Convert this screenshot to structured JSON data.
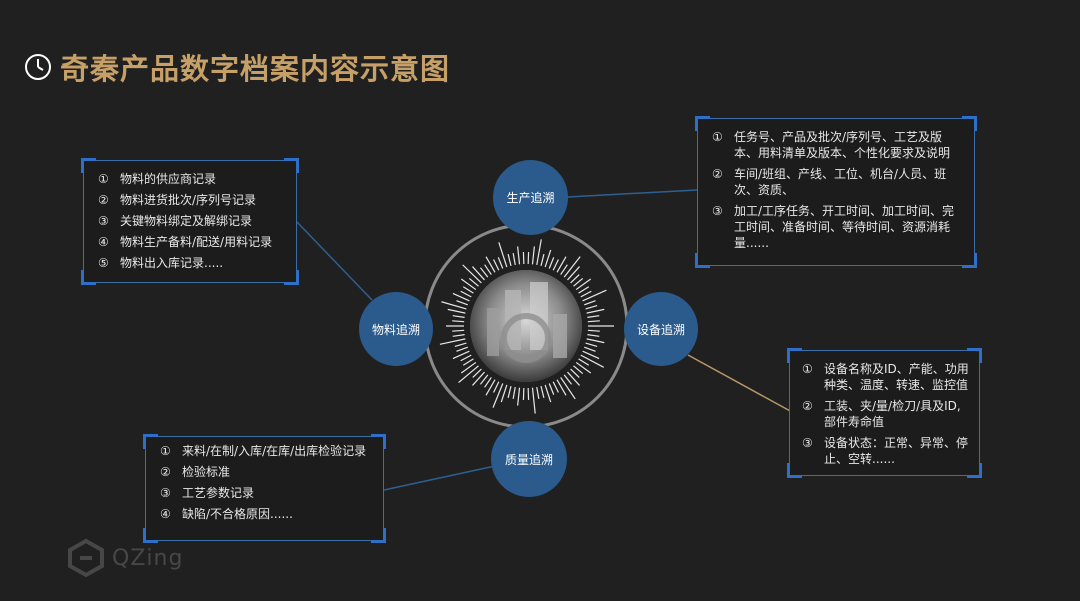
{
  "title": "奇秦产品数字档案内容示意图",
  "nodes": {
    "production": "生产追溯",
    "material": "物料追溯",
    "equipment": "设备追溯",
    "quality": "质量追溯"
  },
  "material_box": [
    {
      "num": "①",
      "text": "物料的供应商记录"
    },
    {
      "num": "②",
      "text": "物料进货批次/序列号记录"
    },
    {
      "num": "③",
      "text": "关键物料绑定及解绑记录"
    },
    {
      "num": "④",
      "text": "物料生产备料/配送/用料记录"
    },
    {
      "num": "⑤",
      "text": "物料出入库记录....."
    }
  ],
  "production_box": [
    {
      "num": "①",
      "text": "任务号、产品及批次/序列号、工艺及版本、用料清单及版本、个性化要求及说明"
    },
    {
      "num": "②",
      "text": "车间/班组、产线、工位、机台/人员、班次、资质、"
    },
    {
      "num": "③",
      "text": "加工/工序任务、开工时间、加工时间、完工时间、准备时间、等待时间、资源消耗量......"
    }
  ],
  "equipment_box": [
    {
      "num": "①",
      "text": "设备名称及ID、产能、功用种类、温度、转速、监控值"
    },
    {
      "num": "②",
      "text": "工装、夹/量/检刀/具及ID,部件寿命值"
    },
    {
      "num": "③",
      "text": "设备状态：正常、异常、停止、空转......"
    }
  ],
  "quality_box": [
    {
      "num": "①",
      "text": "来料/在制/入库/在库/出库检验记录"
    },
    {
      "num": "②",
      "text": "检验标准"
    },
    {
      "num": "③",
      "text": "工艺参数记录"
    },
    {
      "num": "④",
      "text": "缺陷/不合格原因......"
    }
  ],
  "watermark": "QZing",
  "colors": {
    "title": "#c6a067",
    "node": "#2a5b8c",
    "border": "#3b6fa8",
    "line_gold": "#b89865"
  }
}
